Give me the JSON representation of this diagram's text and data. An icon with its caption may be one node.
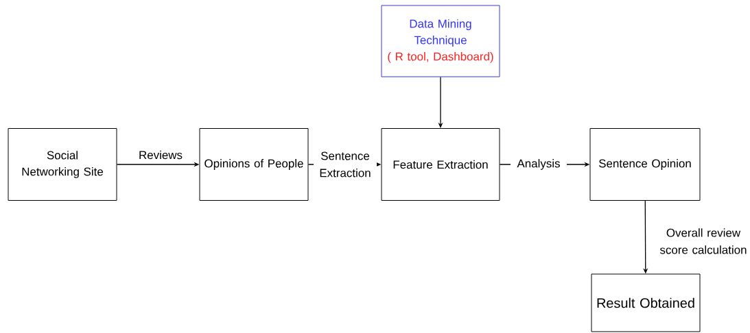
{
  "diagram": {
    "nodes": [
      {
        "text": [
          "Social Networking Site"
        ]
      },
      {
        "text": [
          "Opinions of People"
        ]
      },
      {
        "text": [
          "Data Mining Technique",
          "( R tool, Dashboard)"
        ]
      },
      {
        "text": [
          "Feature Extraction"
        ]
      },
      {
        "text": [
          "Sentence Opinion"
        ]
      },
      {
        "text": [
          "Result Obtained"
        ]
      }
    ],
    "edges": [
      {
        "from": 0,
        "to": 1,
        "arrow": "to",
        "label": "Reviews"
      },
      {
        "from": 1,
        "to": 3,
        "arrow": "to",
        "label": "Sentence Extraction"
      },
      {
        "from": 2,
        "to": 3,
        "arrow": "to"
      },
      {
        "from": 3,
        "to": 4,
        "arrow": "to",
        "label": "Analysis"
      },
      {
        "from": 4,
        "to": 5,
        "arrow": "to",
        "label": "Overall review score calculation"
      }
    ]
  }
}
